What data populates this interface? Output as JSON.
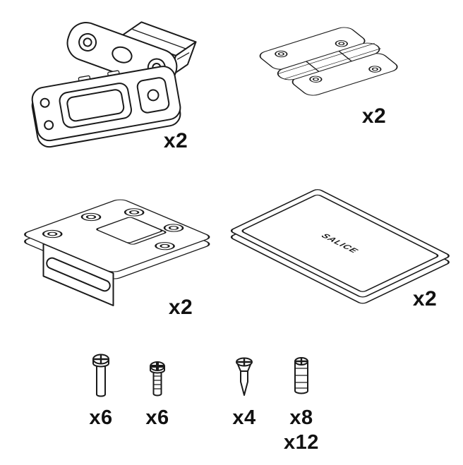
{
  "diagram": {
    "name": "hardware-parts-list",
    "background": "#ffffff",
    "line_color": "#1a1a1a",
    "items": [
      {
        "id": "hinge-mechanism",
        "qty": "x2"
      },
      {
        "id": "flap-hinge",
        "qty": "x2"
      },
      {
        "id": "mounting-plate",
        "qty": "x2"
      },
      {
        "id": "cover-plate",
        "qty": "x2",
        "brand": "SALICE"
      },
      {
        "id": "pan-head-screw",
        "qty": "x6"
      },
      {
        "id": "flat-head-screw",
        "qty": "x6"
      },
      {
        "id": "countersunk-screw",
        "qty": "x4"
      },
      {
        "id": "euro-screw",
        "qty": "x8",
        "qty_alt": "x12"
      }
    ]
  }
}
